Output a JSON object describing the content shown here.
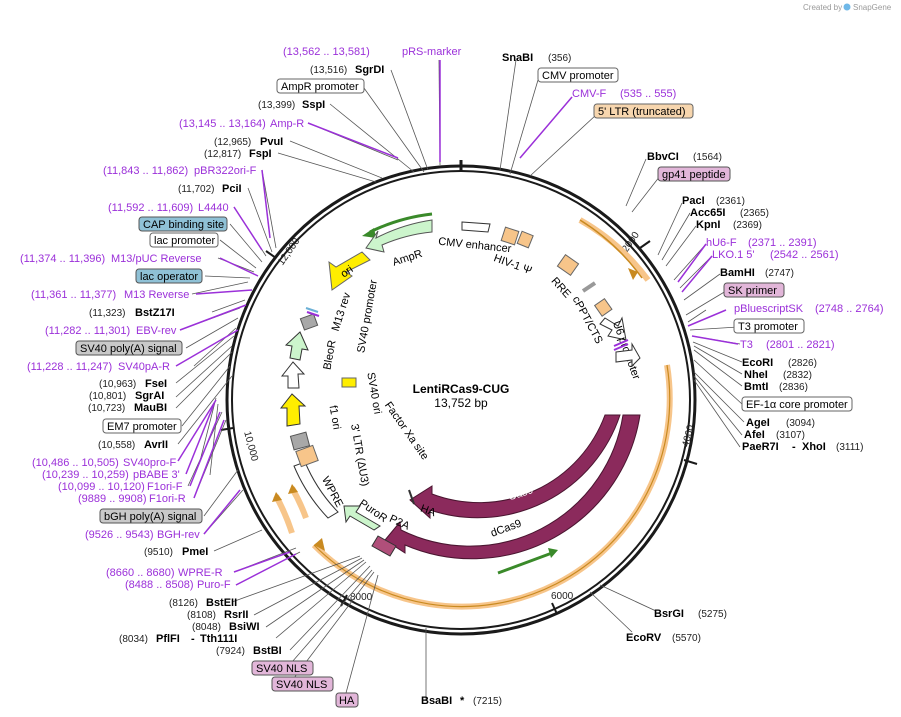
{
  "credit": {
    "prefix": "Created by",
    "brand": "SnapGene"
  },
  "plasmid": {
    "name": "LentiRCas9-CUG",
    "size": "13,752 bp"
  },
  "ticks": [
    "2000",
    "4000",
    "6000",
    "8000",
    "10,000",
    "12,000"
  ],
  "sites": {
    "snabi": {
      "name": "SnaBI",
      "pos": "(356)"
    },
    "bbvci": {
      "name": "BbvCI",
      "pos": "(1564)"
    },
    "paci": {
      "name": "PacI",
      "pos": "(2361)"
    },
    "acc65i": {
      "name": "Acc65I",
      "pos": "(2365)"
    },
    "kpni": {
      "name": "KpnI",
      "pos": "(2369)"
    },
    "bamhi": {
      "name": "BamHI",
      "pos": "(2747)"
    },
    "ecori": {
      "name": "EcoRI",
      "pos": "(2826)"
    },
    "nhei": {
      "name": "NheI",
      "pos": "(2832)"
    },
    "bmti": {
      "name": "BmtI",
      "pos": "(2836)"
    },
    "agei": {
      "name": "AgeI",
      "pos": "(3094)"
    },
    "afei": {
      "name": "AfeI",
      "pos": "(3107)"
    },
    "paer7i": {
      "name": "PaeR7I",
      "sep": "-",
      "name2": "XhoI",
      "pos": "(3111)"
    },
    "bsrgi": {
      "name": "BsrGI",
      "pos": "(5275)"
    },
    "ecorv": {
      "name": "EcoRV",
      "pos": "(5570)"
    },
    "bsabi": {
      "name": "BsaBI",
      "star": "*",
      "pos": "(7215)"
    },
    "bstbi": {
      "name": "BstBI",
      "pos": "(7924)"
    },
    "pflfi": {
      "name": "PflFI",
      "sep": "-",
      "name2": "Tth111I",
      "pos": "(8034)"
    },
    "bsiwi": {
      "name": "BsiWI",
      "pos": "(8048)"
    },
    "rsrii": {
      "name": "RsrII",
      "pos": "(8108)"
    },
    "bsteii": {
      "name": "BstEII",
      "pos": "(8126)"
    },
    "pmei": {
      "name": "PmeI",
      "pos": "(9510)"
    },
    "avrii": {
      "name": "AvrII",
      "pos": "(10,558)"
    },
    "maubi": {
      "name": "MauBI",
      "pos": "(10,723)"
    },
    "sgrai": {
      "name": "SgrAI",
      "pos": "(10,801)"
    },
    "fsei": {
      "name": "FseI",
      "pos": "(10,963)"
    },
    "bstz17i": {
      "name": "BstZ17I",
      "pos": "(11,323)"
    },
    "pcii": {
      "name": "PciI",
      "pos": "(11,702)"
    },
    "fspi": {
      "name": "FspI",
      "pos": "(12,817)"
    },
    "pvui": {
      "name": "PvuI",
      "pos": "(12,965)"
    },
    "sspi": {
      "name": "SspI",
      "pos": "(13,399)"
    },
    "sgrdi": {
      "name": "SgrDI",
      "pos": "(13,516)"
    }
  },
  "primers": {
    "prs_marker": {
      "range": "(13,562 .. 13,581)",
      "name": "pRS-marker"
    },
    "cmv_f": {
      "name": "CMV-F",
      "range": "(535 .. 555)"
    },
    "amp_r": {
      "range": "(13,145 .. 13,164)",
      "name": "Amp-R"
    },
    "pbr322ori_f": {
      "range": "(11,843 .. 11,862)",
      "name": "pBR322ori-F"
    },
    "l4440": {
      "range": "(11,592 .. 11,609)",
      "name": "L4440"
    },
    "m13puc_rev": {
      "range": "(11,374 .. 11,396)",
      "name": "M13/pUC Reverse"
    },
    "m13_rev": {
      "range": "(11,361 .. 11,377)",
      "name": "M13 Reverse"
    },
    "ebv_rev": {
      "range": "(11,282 .. 11,301)",
      "name": "EBV-rev"
    },
    "sv40pa_r": {
      "range": "(11,228 .. 11,247)",
      "name": "SV40pA-R"
    },
    "sv40pro_f": {
      "range": "(10,486 .. 10,505)",
      "name": "SV40pro-F"
    },
    "pbabe3": {
      "range": "(10,239 .. 10,259)",
      "name": "pBABE 3'"
    },
    "f1ori_f": {
      "range": "(10,099 .. 10,120)",
      "name": "F1ori-F"
    },
    "f1ori_r": {
      "range": "(9889 .. 9908)",
      "name": "F1ori-R"
    },
    "bgh_rev": {
      "range": "(9526 .. 9543)",
      "name": "BGH-rev"
    },
    "wpre_r": {
      "range": "(8660 .. 8680)",
      "name": "WPRE-R"
    },
    "puro_f": {
      "range": "(8488 .. 8508)",
      "name": "Puro-F"
    },
    "hu6_f": {
      "name": "hU6-F",
      "range": "(2371 .. 2391)"
    },
    "lko1": {
      "name": "LKO.1 5'",
      "range": "(2542 .. 2561)"
    },
    "pbluescriptsk": {
      "name": "pBluescriptSK",
      "range": "(2748 .. 2764)"
    },
    "t3": {
      "name": "T3",
      "range": "(2801 .. 2821)"
    }
  },
  "boxes": {
    "ampr_promoter": "AmpR promoter",
    "cmv_promoter": "CMV promoter",
    "ltr5": "5' LTR (truncated)",
    "gp41": "gp41 peptide",
    "cap": "CAP binding site",
    "lac_promoter": "lac promoter",
    "lac_operator": "lac operator",
    "sv40_polya": "SV40 poly(A) signal",
    "em7": "EM7 promoter",
    "bgh_polya": "bGH poly(A) signal",
    "sk_primer": "SK primer",
    "t3_promoter": "T3 promoter",
    "ef1a": "EF-1α core promoter",
    "sv40_nls1": "SV40 NLS",
    "sv40_nls2": "SV40 NLS",
    "ha": "HA"
  },
  "features": {
    "ampr": "AmpR",
    "ori": "ori",
    "cmv_enhancer": "CMV enhancer",
    "hiv_psi": "HIV-1 Ψ",
    "rre": "RRE",
    "cppt": "cPPT/CTS",
    "u6": "U6 promoter",
    "m13rev": "M13 rev",
    "bleor": "BleoR",
    "sv40_promoter": "SV40 promoter",
    "sv40_ori": "SV40 ori",
    "f1ori": "f1 ori",
    "ltr3": "3' LTR (ΔU3)",
    "factorxa": "Factor Xa site",
    "wpre": "WPRE",
    "puror": "PuroR",
    "p2a": "P2A",
    "ha": "HA",
    "cas9": "Cas9",
    "dcas9": "dCas9"
  },
  "colors": {
    "backbone": "#1a1a1a",
    "primer": "#9b30d9",
    "cas9": "#8b2a5c",
    "ampr_fill": "#ccf5cc",
    "ori_fill": "#ffee00",
    "orange_feature": "#f7c58a",
    "cap_box": "#8fc1d6",
    "sv40_box": "#c9c9c9",
    "lilac_box": "#e2b6d9"
  }
}
